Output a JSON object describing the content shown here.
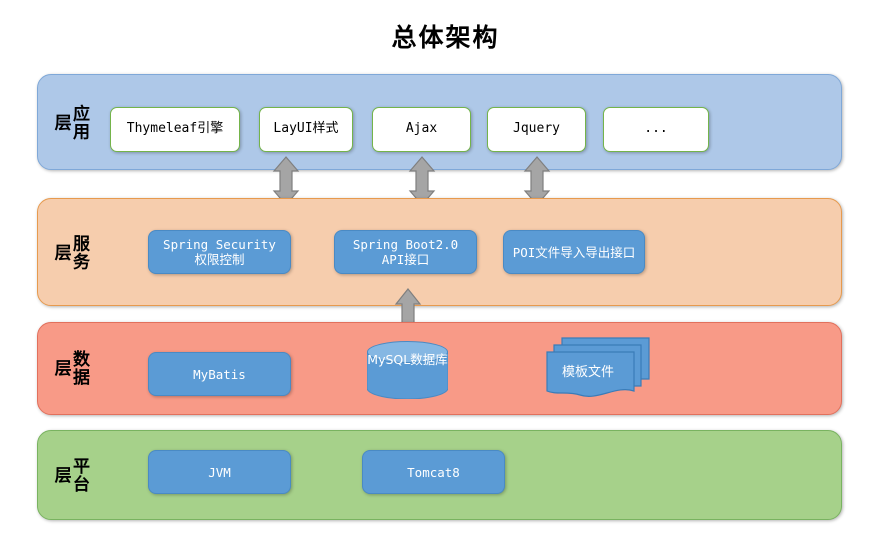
{
  "title": "总体架构",
  "colors": {
    "app_layer_bg": "#aec8e8",
    "service_layer_bg": "#f6cdad",
    "data_layer_bg": "#f89a87",
    "platform_layer_bg": "#a6d18a",
    "component_blue": "#5b9bd5",
    "component_white": "#ffffff",
    "component_white_border": "#74b44a",
    "arrow_fill": "#a5a5a5",
    "arrow_stroke": "#7f7f7f"
  },
  "layers": [
    {
      "id": "app",
      "label": "应用层",
      "components": [
        {
          "name": "thymeleaf",
          "label": "Thymeleaf引擎"
        },
        {
          "name": "layui",
          "label": "LayUI样式"
        },
        {
          "name": "ajax",
          "label": "Ajax"
        },
        {
          "name": "jquery",
          "label": "Jquery"
        },
        {
          "name": "more",
          "label": "..."
        }
      ]
    },
    {
      "id": "service",
      "label": "服务层",
      "components": [
        {
          "name": "spring-security",
          "label": "Spring Security\n权限控制"
        },
        {
          "name": "spring-boot",
          "label": "Spring Boot2.0\nAPI接口"
        },
        {
          "name": "poi",
          "label": "POI文件导入导出接口"
        }
      ]
    },
    {
      "id": "data",
      "label": "数据层",
      "components": [
        {
          "name": "mybatis",
          "label": "MyBatis"
        },
        {
          "name": "mysql",
          "label": "MySQL数据库"
        },
        {
          "name": "template-files",
          "label": "模板文件"
        }
      ]
    },
    {
      "id": "platform",
      "label": "平台层",
      "components": [
        {
          "name": "jvm",
          "label": "JVM"
        },
        {
          "name": "tomcat",
          "label": "Tomcat8"
        }
      ]
    }
  ],
  "connectors": [
    {
      "name": "app-service-1",
      "type": "double-arrow",
      "orientation": "vertical"
    },
    {
      "name": "app-service-2",
      "type": "double-arrow",
      "orientation": "vertical"
    },
    {
      "name": "app-service-3",
      "type": "double-arrow",
      "orientation": "vertical"
    },
    {
      "name": "service-data-1",
      "type": "double-arrow",
      "orientation": "vertical"
    }
  ]
}
